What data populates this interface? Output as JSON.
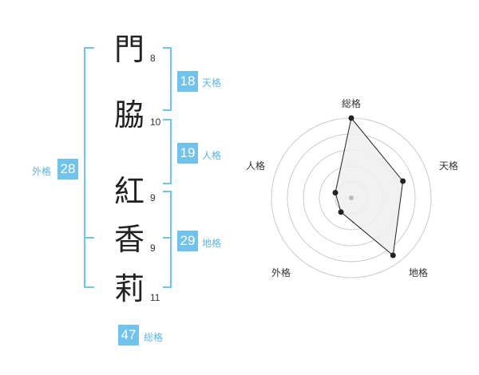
{
  "characters": [
    {
      "char": "門",
      "strokes": "8"
    },
    {
      "char": "脇",
      "strokes": "10"
    },
    {
      "char": "紅",
      "strokes": "9"
    },
    {
      "char": "香",
      "strokes": "9"
    },
    {
      "char": "莉",
      "strokes": "11"
    }
  ],
  "scores": {
    "tenkaku": {
      "value": "18",
      "label": "天格"
    },
    "jinkaku": {
      "value": "19",
      "label": "人格"
    },
    "chikaku": {
      "value": "29",
      "label": "地格"
    },
    "gaikaku": {
      "value": "28",
      "label": "外格"
    },
    "soukaku": {
      "value": "47",
      "label": "総格"
    }
  },
  "radar": {
    "axes": [
      "総格",
      "天格",
      "地格",
      "外格",
      "人格"
    ],
    "levels": [
      1.0,
      0.68,
      0.89,
      0.22,
      0.21
    ],
    "colors": {
      "fill": "#eeeeee",
      "line": "#222222",
      "grid": "#cccccc",
      "center": "#bbbbbb"
    }
  },
  "colors": {
    "bracket": "#6fc3ec",
    "badge": "#6fc3ec",
    "badge_label": "#57b6e6"
  }
}
